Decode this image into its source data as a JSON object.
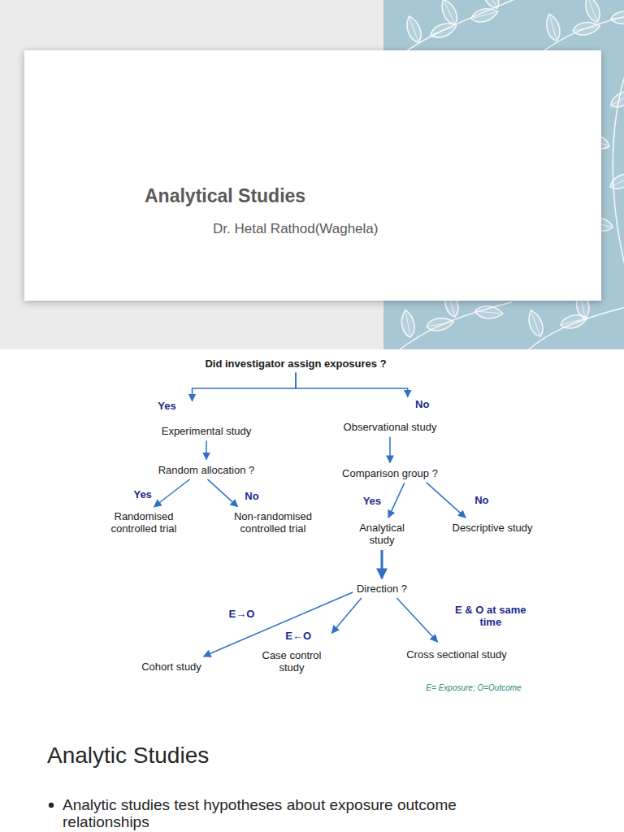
{
  "diagram": {
    "title": "Analytical Studies",
    "nodes": [
      {
        "text": [
          "Did investigator assign exposures ?"
        ]
      },
      {
        "text": [
          "Experimental study"
        ]
      },
      {
        "text": [
          "Observational study"
        ]
      },
      {
        "text": [
          "Random allocation ?"
        ]
      },
      {
        "text": [
          "Comparison group ?"
        ]
      },
      {
        "text": [
          "Randomised controlled trial"
        ]
      },
      {
        "text": [
          "Non-randomised controlled trial"
        ]
      },
      {
        "text": [
          "Analytical study"
        ]
      },
      {
        "text": [
          "Descriptive study"
        ]
      },
      {
        "text": [
          "Direction ?"
        ]
      },
      {
        "text": [
          "Cohort study"
        ]
      },
      {
        "text": [
          "Case control study"
        ]
      },
      {
        "text": [
          "Cross sectional study"
        ]
      }
    ],
    "edges": [
      {
        "from": 0,
        "to": 1,
        "arrow": "to",
        "label": "Yes"
      },
      {
        "from": 0,
        "to": 2,
        "arrow": "to",
        "label": "No"
      },
      {
        "from": 1,
        "to": 3,
        "arrow": "to"
      },
      {
        "from": 2,
        "to": 4,
        "arrow": "to"
      },
      {
        "from": 3,
        "to": 5,
        "arrow": "to",
        "label": "Yes"
      },
      {
        "from": 3,
        "to": 6,
        "arrow": "to",
        "label": "No"
      },
      {
        "from": 4,
        "to": 7,
        "arrow": "to",
        "label": "Yes"
      },
      {
        "from": 4,
        "to": 8,
        "arrow": "to",
        "label": "No"
      },
      {
        "from": 7,
        "to": 9,
        "arrow": "to"
      },
      {
        "from": 9,
        "to": 10,
        "arrow": "to",
        "label": "E→O"
      },
      {
        "from": 9,
        "to": 11,
        "arrow": "to",
        "label": "E←O"
      },
      {
        "from": 9,
        "to": 12,
        "arrow": "to",
        "label": "E & O at same time"
      }
    ],
    "labels": [
      "Dr. Hetal Rathod(Waghela)",
      "E= Exposure; O=Outcome",
      "Analytic Studies",
      "Analytic studies test hypotheses about exposure outcome relationships"
    ]
  }
}
